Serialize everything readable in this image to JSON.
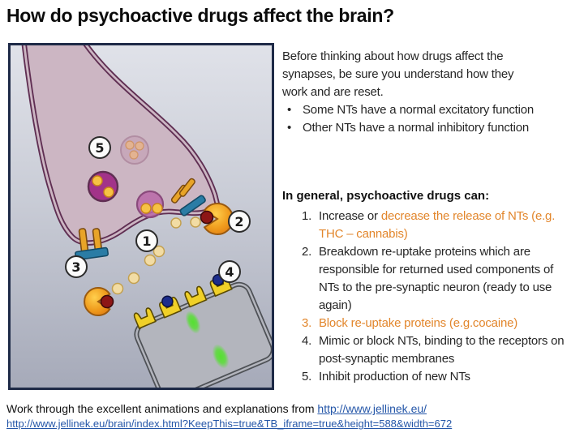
{
  "title": "How do psychoactive drugs affect the brain?",
  "intro": {
    "paragraph": "Before thinking about how drugs affect the synapses, be sure you understand how they work and are reset.",
    "bullets": [
      "Some NTs have a normal excitatory function",
      "Other NTs have a normal inhibitory function"
    ]
  },
  "drugs": {
    "heading": "In general, psychoactive drugs can:",
    "items": [
      {
        "num": "1.",
        "dark": "Increase or ",
        "orange": "decrease the release of NTs (e.g. THC – cannabis)"
      },
      {
        "num": "2.",
        "dark": "Breakdown re-uptake proteins which are responsible for returned used components of NTs to the pre-synaptic neuron (ready to use again)",
        "orange": ""
      },
      {
        "num": "3.",
        "dark": "",
        "orange": "Block re-uptake proteins (e.g.cocaine)"
      },
      {
        "num": "4.",
        "dark": "Mimic or block NTs, binding to the receptors on post-synaptic membranes",
        "orange": ""
      },
      {
        "num": "5.",
        "dark": "Inhibit production of new NTs",
        "orange": ""
      }
    ]
  },
  "footer": {
    "prefix": "Work through the excellent animations and explanations from ",
    "link1": "http://www.jellinek.eu/",
    "link2": "http://www.jellinek.eu/brain/index.html?KeepThis=true&TB_iframe=true&height=588&width=672"
  },
  "diagram": {
    "description": "Synapse diagram: pre-synaptic neuron releasing neurotransmitters onto post-synaptic neuron, numbered steps 1-5",
    "badges": [
      "1",
      "2",
      "3",
      "4",
      "5"
    ],
    "colors": {
      "frame_border": "#1e2a47",
      "presynaptic_fill": "#ccb6c3",
      "presynaptic_stroke": "#5f2e52",
      "postsynaptic_fill": "#b3b5bd",
      "postsynaptic_stroke": "#4e5156",
      "vesicle_magenta": "#a23389",
      "vesicle_faded": "#c7a8ba",
      "nt_dot": "#f2dca4",
      "enzyme_orange": "#f09d1e",
      "enzyme_ball_red": "#8d1616",
      "receptor_yellow": "#f0d028",
      "uptake_pillar_orange": "#e8a428",
      "blocker_teal": "#2a7ca5",
      "bound_nt_blue": "#1c2d8c",
      "signal_green": "#55e030",
      "accent_orange_text": "#e2862c",
      "link_blue": "#2456a8"
    }
  }
}
